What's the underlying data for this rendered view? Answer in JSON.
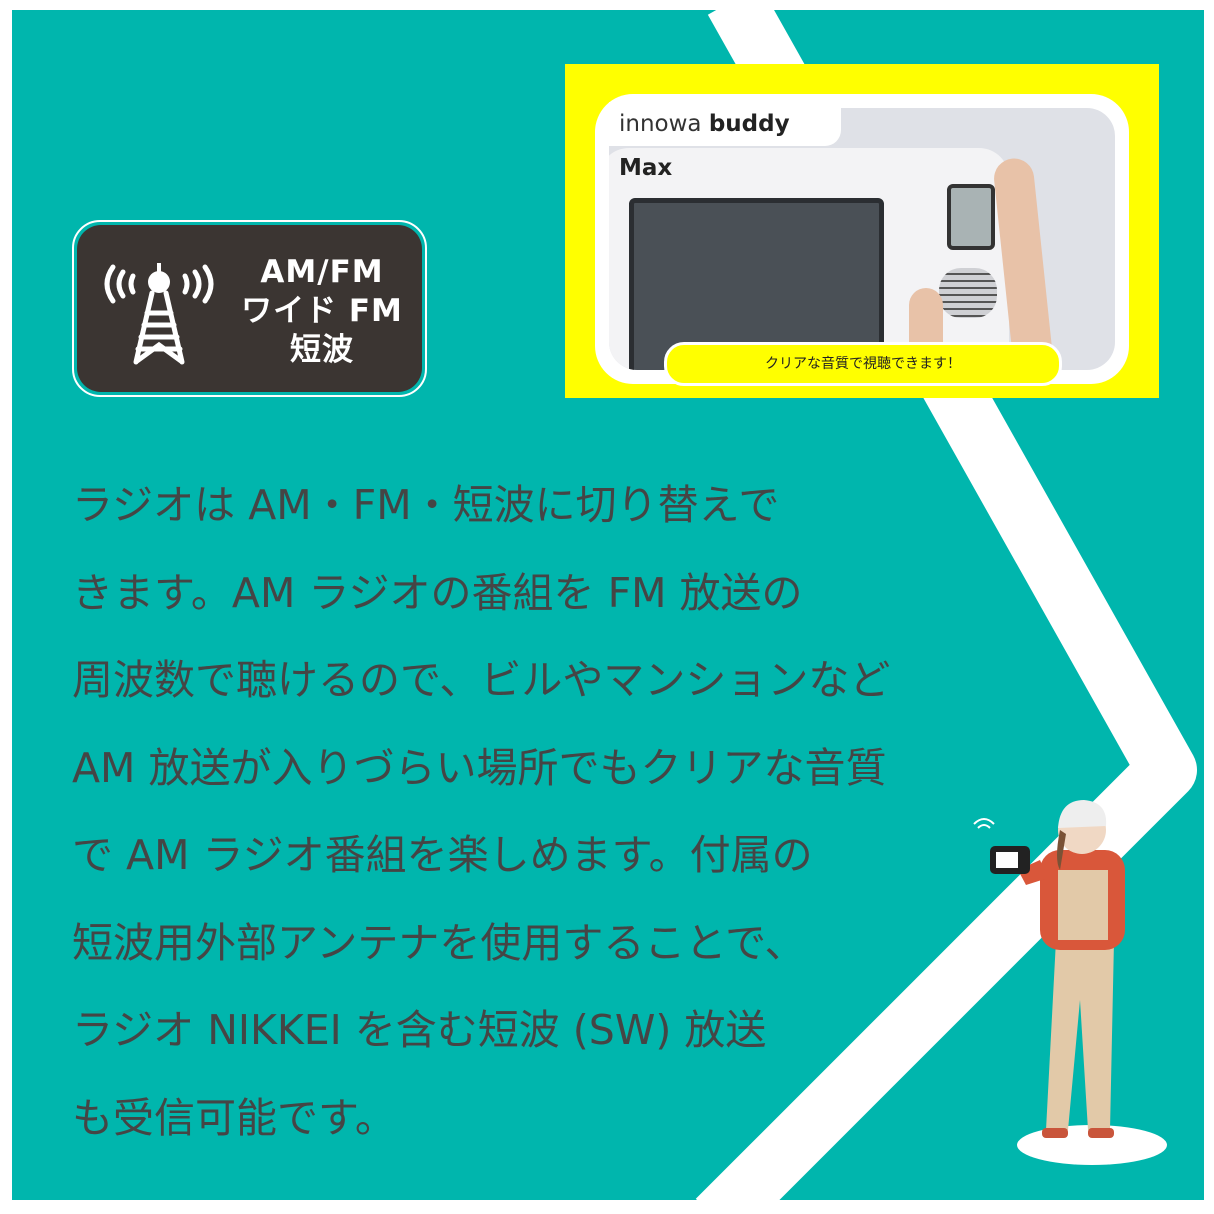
{
  "colors": {
    "background": "#00b6ad",
    "badge": "#3b3532",
    "highlight": "#ffff00",
    "text": "#454545"
  },
  "badge": {
    "icon": "radio-tower-icon",
    "lines": [
      "AM/FM",
      "ワイド FM",
      "短波"
    ]
  },
  "photo": {
    "brand_prefix": "innowa",
    "brand_name": "buddy Max",
    "caption": "クリアな音質で視聴できます！"
  },
  "body": {
    "lines": [
      "ラジオは AM・FM・短波に切り替えで",
      "きます。AM ラジオの番組を FM 放送の",
      "周波数で聴けるので、ビルやマンションなど",
      "AM 放送が入りづらい場所でもクリアな音質",
      "で AM ラジオ番組を楽しめます。付属の",
      "短波用外部アンテナを使用することで、",
      "ラジオ NIKKEI を含む短波 (SW) 放送",
      "も受信可能です。"
    ]
  }
}
